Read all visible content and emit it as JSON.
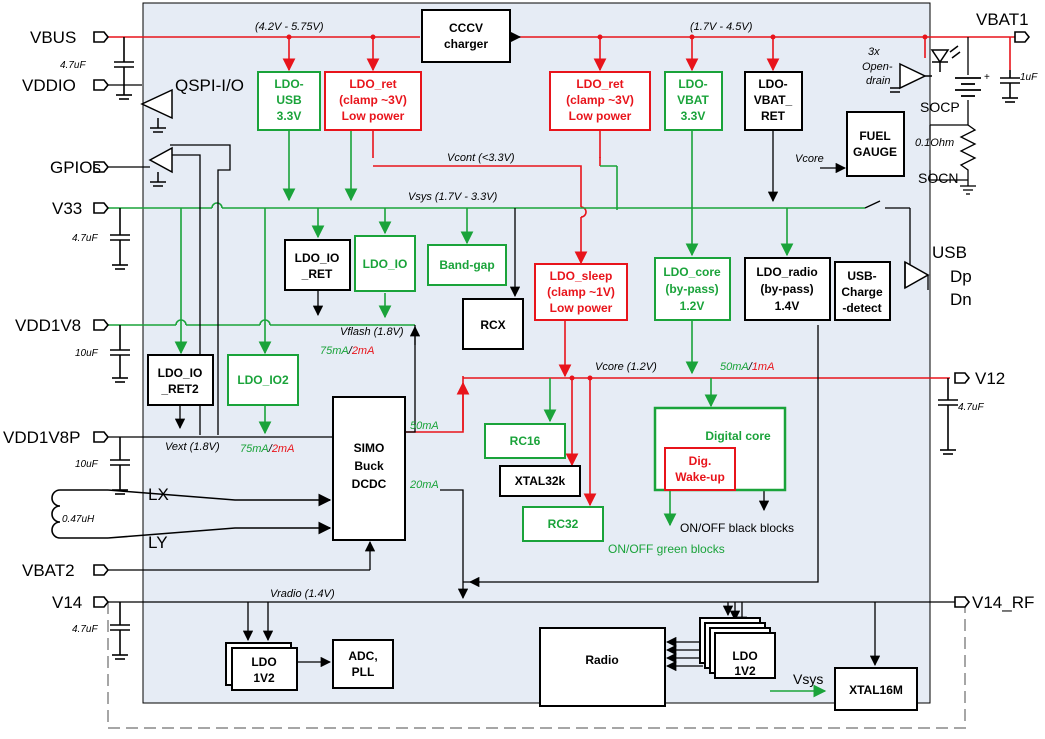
{
  "colors": {
    "chip_bg": "#e6ecf5",
    "red": "#e8141b",
    "green": "#1aa33a",
    "black": "#000000",
    "dash": "#a6a6a6"
  },
  "pins": {
    "vbus": "VBUS",
    "vddio": "VDDIO",
    "qspi": "QSPI-I/O",
    "gpios": "GPIOs",
    "v33": "V33",
    "vdd1v8": "VDD1V8",
    "vdd1v8p": "VDD1V8P",
    "lx": "LX",
    "ly": "LY",
    "vbat2": "VBAT2",
    "v14": "V14",
    "vbat1": "VBAT1",
    "v12": "V12",
    "v14_rf": "V14_RF",
    "usb": "USB",
    "dp": "Dp",
    "dn": "Dn",
    "socp": "SOCP",
    "socn": "SOCN"
  },
  "caps": {
    "vddio": "4.7uF",
    "v33": "4.7uF",
    "vdd1v8": "10uF",
    "vdd1v8p": "10uF",
    "v14": "4.7uF",
    "vbat1": "1uF",
    "v12": "4.7uF",
    "inductor": "0.47uH"
  },
  "annotations": {
    "vbus_range": "(4.2V - 5.75V)",
    "vbat_range": "(1.7V - 4.5V)",
    "vcont": "Vcont (<3.3V)",
    "vsys": "Vsys (1.7V - 3.3V)",
    "vflash": "Vflash (1.8V)",
    "vcore_rail": "Vcore (1.2V)",
    "vext": "Vext (1.8V)",
    "vradio": "Vradio (1.4V)",
    "vcore_in": "Vcore",
    "vsys_in": "Vsys",
    "resistor": "0.1Ohm",
    "open_drain_1": "3x",
    "open_drain_2": "Open-",
    "open_drain_3": "drain",
    "cur_50": "50mA",
    "cur_20": "20mA",
    "cur_flash_g": "75mA",
    "cur_flash_r": "2mA",
    "cur_ext_g": "75mA",
    "cur_ext_r": "2mA",
    "cur_core_g": "50mA",
    "cur_core_r": "1mA",
    "slash": "/"
  },
  "blocks": {
    "cccv": [
      "CCCV",
      "charger"
    ],
    "ldo_usb": [
      "LDO-",
      "USB",
      "3.3V"
    ],
    "ldo_ret_1": [
      "LDO_ret",
      "(clamp ~3V)",
      "Low power"
    ],
    "ldo_ret_2": [
      "LDO_ret",
      "(clamp ~3V)",
      "Low power"
    ],
    "ldo_vbat": [
      "LDO-",
      "VBAT",
      "3.3V"
    ],
    "ldo_vbat_ret": [
      "LDO-",
      "VBAT_",
      "RET"
    ],
    "fuel_gauge": [
      "FUEL",
      "GAUGE"
    ],
    "ldo_io_ret": [
      "LDO_IO",
      "_RET"
    ],
    "ldo_io": [
      "LDO_IO"
    ],
    "band_gap": [
      "Band-gap"
    ],
    "rcx": [
      "RCX"
    ],
    "ldo_sleep": [
      "LDO_sleep",
      "(clamp ~1V)",
      "Low power"
    ],
    "ldo_core": [
      "LDO_core",
      "(by-pass)",
      "1.2V"
    ],
    "ldo_radio": [
      "LDO_radio",
      "(by-pass)",
      "1.4V"
    ],
    "usb_charge": [
      "USB-",
      "Charge",
      "-detect"
    ],
    "ldo_io_ret2": [
      "LDO_IO",
      "_RET2"
    ],
    "ldo_io2": [
      "LDO_IO2"
    ],
    "simo": [
      "SIMO",
      "Buck",
      "DCDC"
    ],
    "rc16": [
      "RC16"
    ],
    "xtal32k": [
      "XTAL32k"
    ],
    "rc32": [
      "RC32"
    ],
    "digital_core": [
      "Digital core"
    ],
    "dig_wakeup": [
      "Dig.",
      "Wake-up"
    ],
    "ldo_1v2_left": [
      "LDO",
      "1V2"
    ],
    "adc_pll": [
      "ADC,",
      "PLL"
    ],
    "radio": [
      "Radio"
    ],
    "ldo_1v2_right": [
      "LDO",
      "1V2"
    ],
    "xtal16m": [
      "XTAL16M"
    ]
  },
  "legend": {
    "black": "ON/OFF black blocks",
    "green": "ON/OFF green blocks"
  }
}
